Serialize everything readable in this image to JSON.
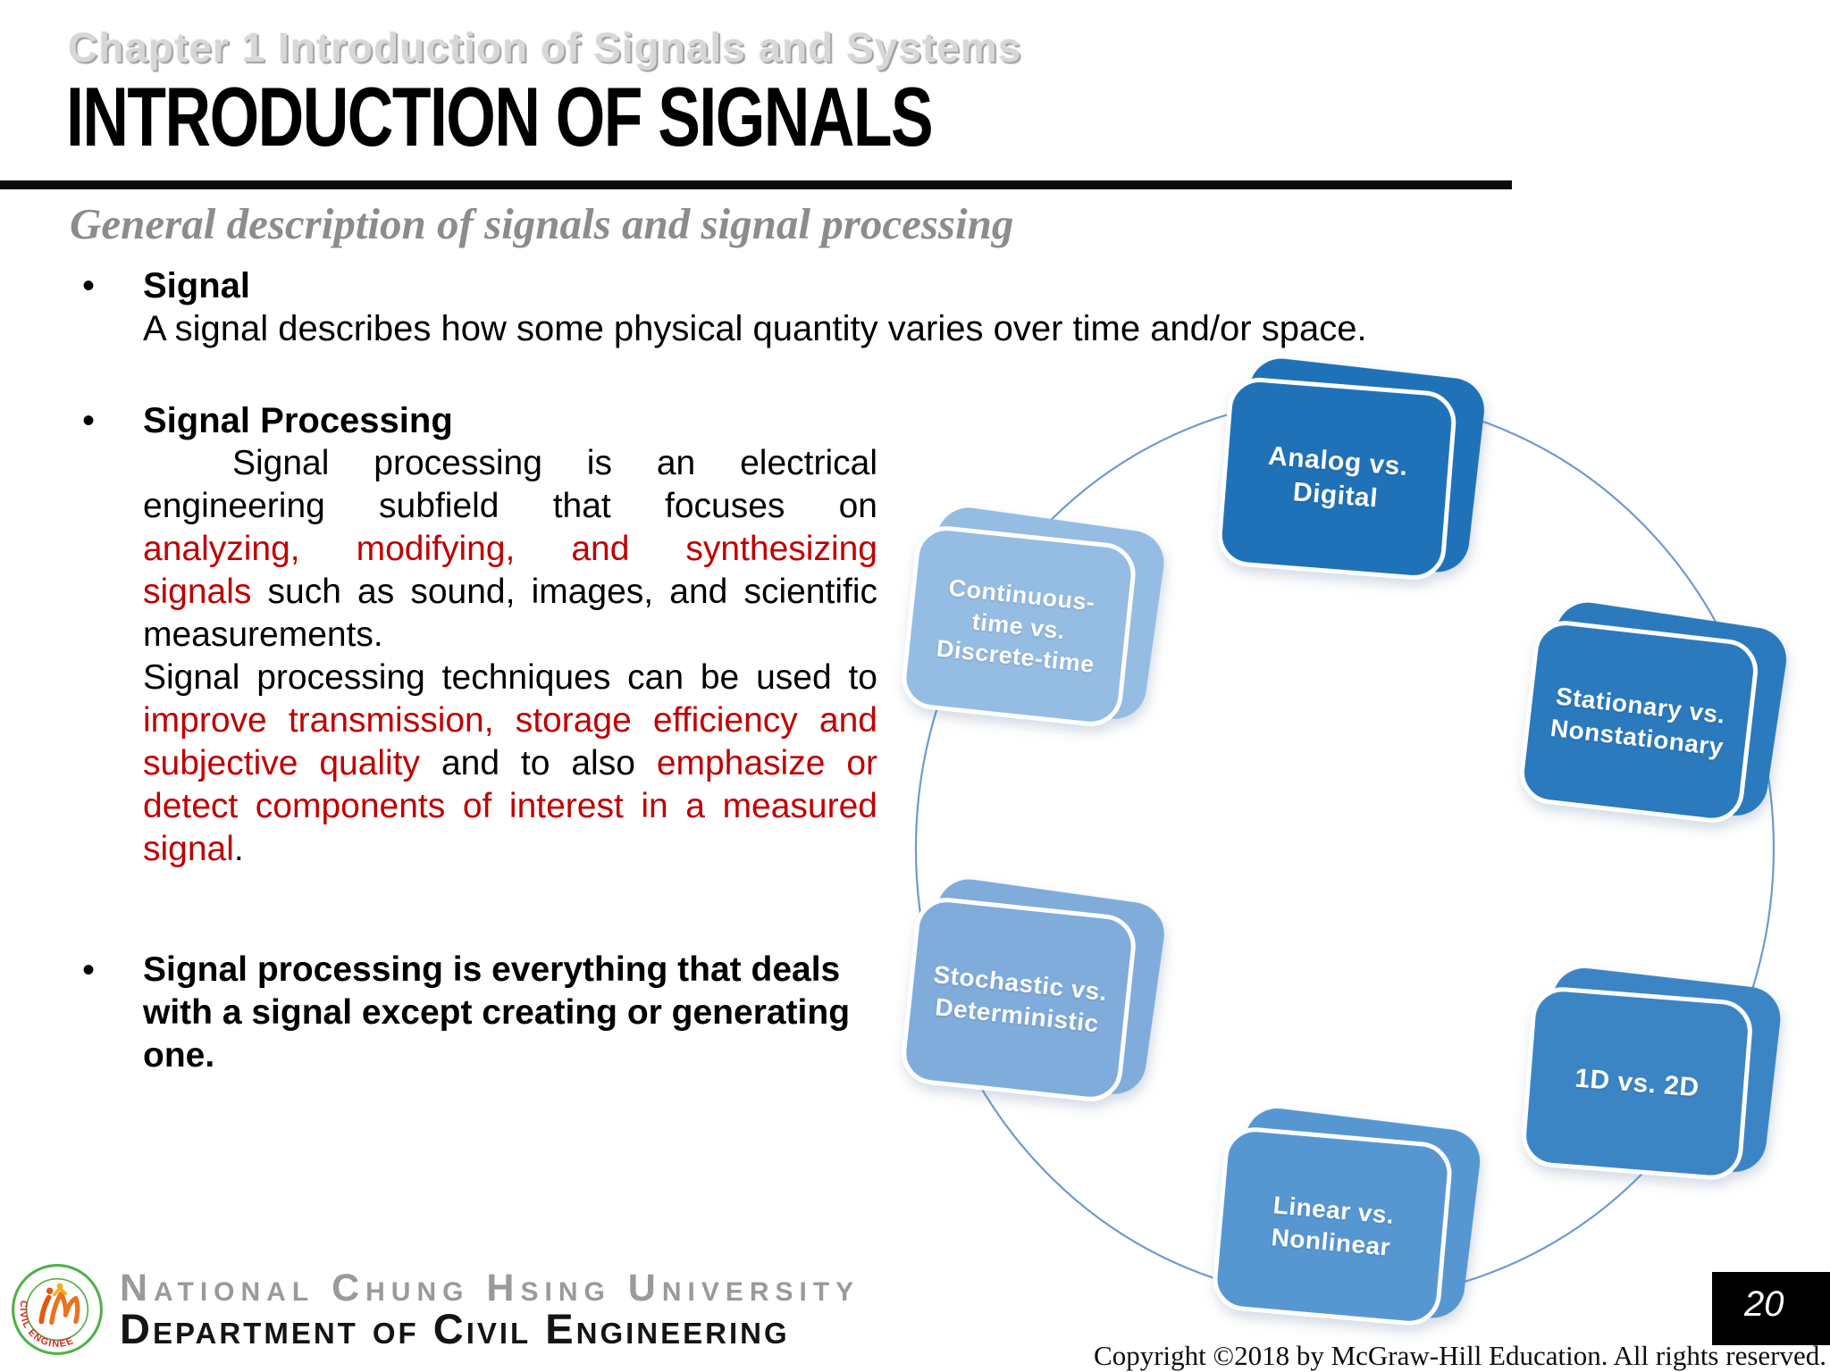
{
  "header": {
    "chapter": "Chapter 1 Introduction of Signals and Systems",
    "title": "INTRODUCTION OF SIGNALS",
    "section": "General description of signals and signal processing"
  },
  "colors": {
    "red_accent": "#C00000",
    "ellipse_stroke": "#5E8FCC"
  },
  "bullets": {
    "b1": {
      "title": "Signal",
      "body": "A signal describes how some physical quantity varies over time and/or space."
    },
    "b2": {
      "title": "Signal Processing",
      "paragraphs": [
        {
          "lines": [
            {
              "indent": true,
              "segments": [
                {
                  "text": "Signal processing is an electrical"
                }
              ]
            },
            {
              "segments": [
                {
                  "text": "engineering subfield that focuses on"
                }
              ]
            },
            {
              "segments": [
                {
                  "text": "analyzing, modifying, and synthesizing",
                  "red": true
                }
              ]
            },
            {
              "segments": [
                {
                  "text": "signals",
                  "red": true
                },
                {
                  "text": " such as sound, images, and scientific"
                }
              ]
            },
            {
              "last": true,
              "segments": [
                {
                  "text": "measurements."
                }
              ]
            }
          ]
        },
        {
          "lines": [
            {
              "segments": [
                {
                  "text": "Signal processing techniques can be used to"
                }
              ]
            },
            {
              "segments": [
                {
                  "text": "improve transmission, storage efficiency and",
                  "red": true
                }
              ]
            },
            {
              "segments": [
                {
                  "text": "subjective quality",
                  "red": true
                },
                {
                  "text": " and to also "
                },
                {
                  "text": "emphasize or",
                  "red": true
                }
              ]
            },
            {
              "segments": [
                {
                  "text": "detect components of interest in a measured",
                  "red": true
                }
              ]
            },
            {
              "last": true,
              "segments": [
                {
                  "text": "signal",
                  "red": true
                },
                {
                  "text": "."
                }
              ]
            }
          ]
        }
      ]
    },
    "b3": {
      "text": "Signal processing is everything that deals with a signal except creating or generating one."
    }
  },
  "diagram": {
    "nodes": [
      {
        "id": "analog",
        "label": "Analog vs.\nDigital",
        "color": "#1F72B8"
      },
      {
        "id": "stationary",
        "label": "Stationary vs.\nNonstationary",
        "color": "#2A7ABD"
      },
      {
        "id": "oned",
        "label": "1D vs. 2D",
        "color": "#3C85C5"
      },
      {
        "id": "linear",
        "label": "Linear vs.\nNonlinear",
        "color": "#5697D2"
      },
      {
        "id": "stochastic",
        "label": "Stochastic vs.\nDeterministic",
        "color": "#7FACDB"
      },
      {
        "id": "continuous",
        "label": "Continuous-\ntime vs.\nDiscrete-time",
        "color": "#95BCE3"
      }
    ]
  },
  "footer": {
    "university": "National Chung Hsing University",
    "department": "Department of Civil Engineering",
    "logo_ring_text": "CIVIL ENGINEERING NCHU",
    "page_number": "20",
    "copyright": "Copyright ©2018 by McGraw-Hill Education. All rights reserved."
  }
}
